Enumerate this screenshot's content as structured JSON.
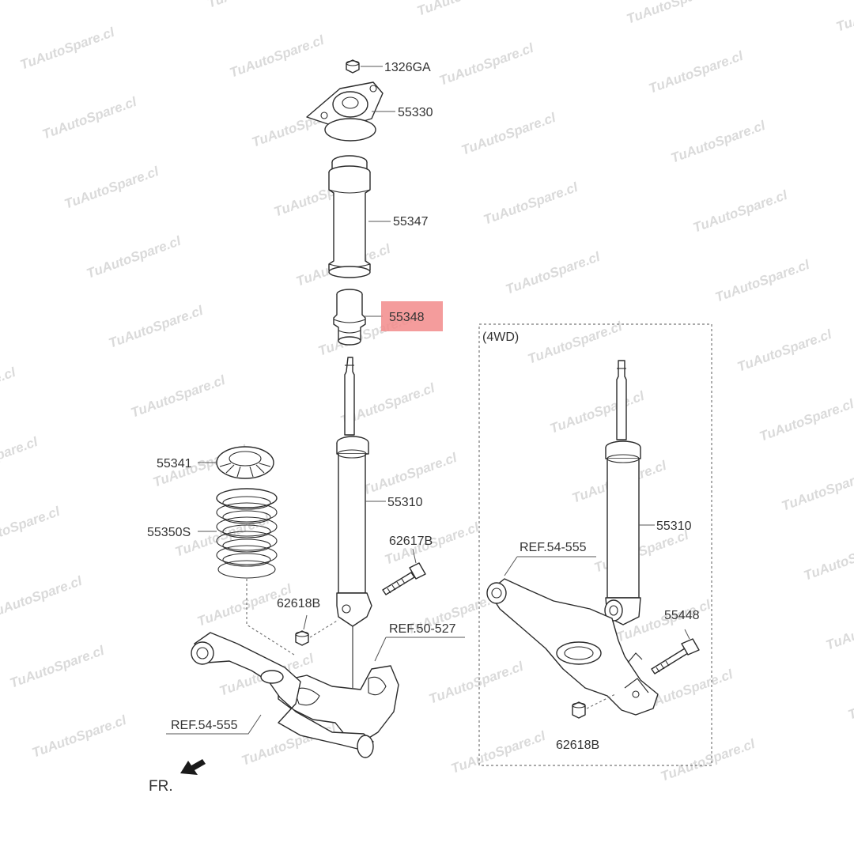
{
  "watermark": {
    "text": "TuAutoSpare.cl",
    "color": "#bdbdbd"
  },
  "highlight_color": "#f28b8b",
  "labels": {
    "part_1326GA": "1326GA",
    "part_55330": "55330",
    "part_55347": "55347",
    "part_55348": "55348",
    "part_55341": "55341",
    "part_55350S": "55350S",
    "part_55310_main": "55310",
    "part_62617B": "62617B",
    "part_62618B_main": "62618B",
    "ref_50_527": "REF.50-527",
    "ref_54_555_main": "REF.54-555",
    "front": "FR.",
    "variant_4wd": "(4WD)",
    "ref_54_555_4wd": "REF.54-555",
    "part_55310_4wd": "55310",
    "part_55448": "55448",
    "part_62618B_4wd": "62618B"
  },
  "highlighted_part": "55348"
}
